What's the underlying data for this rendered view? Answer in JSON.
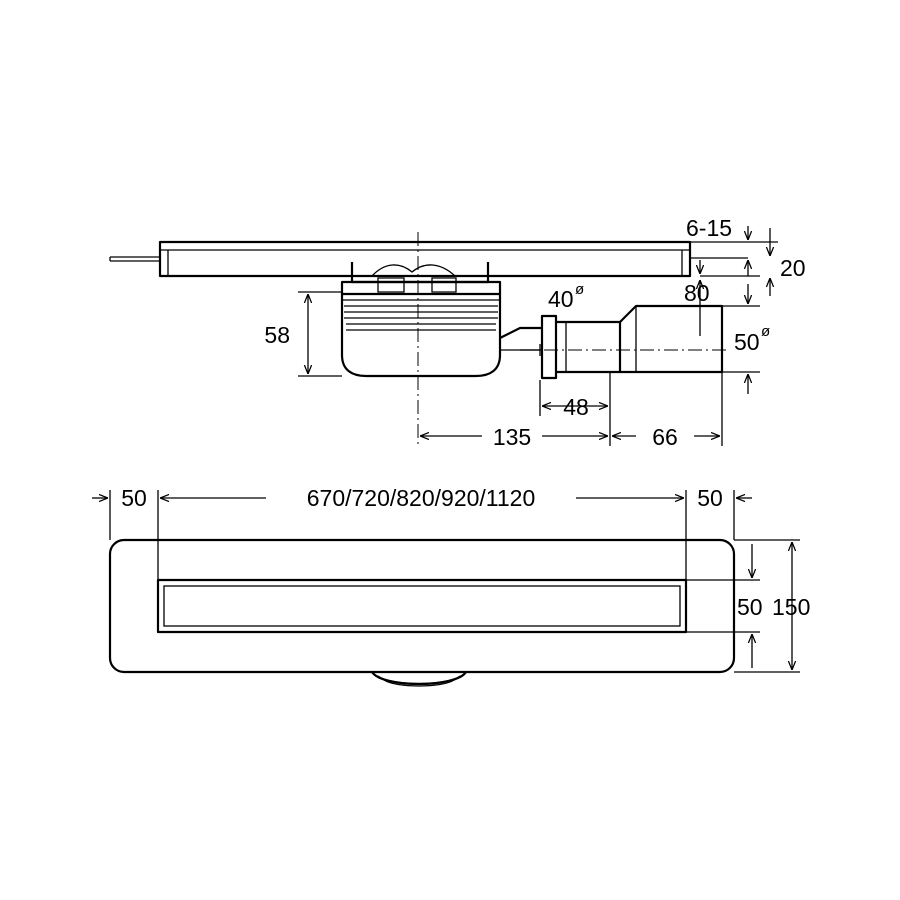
{
  "side_view": {
    "dims": {
      "top_adjust": "6-15",
      "grate_height": "20",
      "depth_to_outlet": "80",
      "body_height": "58",
      "pipe_small": "40",
      "pipe_large": "50",
      "diameter_symbol": "ø",
      "spigot_length": "48",
      "offset_center": "135",
      "outlet_length": "66"
    }
  },
  "top_view": {
    "dims": {
      "left_margin": "50",
      "lengths": "670/720/820/920/1120",
      "right_margin": "50",
      "slot_width": "50",
      "total_width": "150"
    }
  }
}
